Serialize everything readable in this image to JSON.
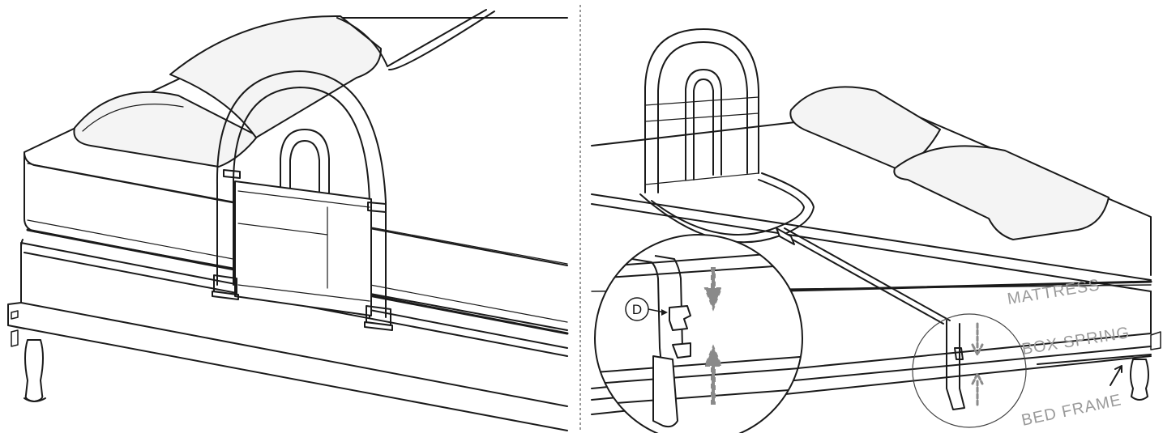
{
  "labels": {
    "mattress": "MATTRESS",
    "box_spring": "BOX SPRING",
    "bed_frame": "BED FRAME",
    "callout_d": "D"
  },
  "colors": {
    "line": "#1a1a1a",
    "label_gray": "#9a9a9a",
    "arrow_gray": "#8a8a8a",
    "shade": "#f4f4f4"
  }
}
